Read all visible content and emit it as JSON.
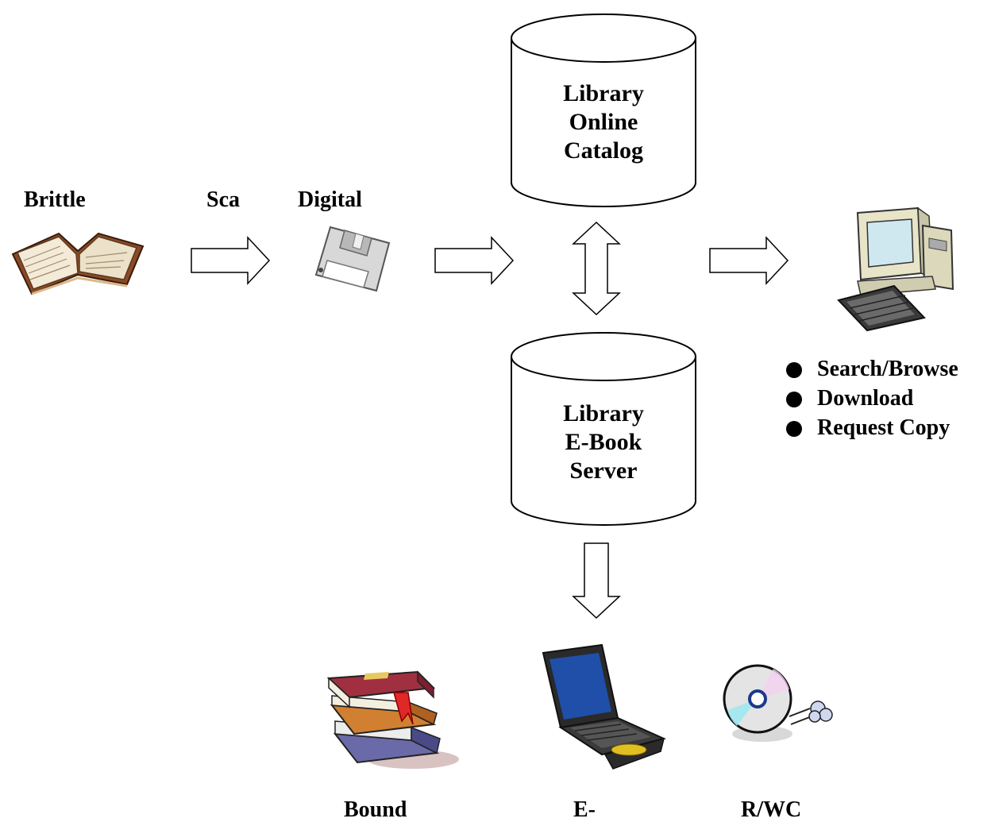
{
  "labels": {
    "brittle": "Brittle",
    "scan": "Sca",
    "digital": "Digital",
    "bound": "Bound",
    "ebook": "E-",
    "rwcd": "R/WC"
  },
  "catalog": {
    "lines": [
      "Library",
      "Online",
      "Catalog"
    ]
  },
  "server": {
    "lines": [
      "Library",
      "E-Book",
      "Server"
    ]
  },
  "user_actions": [
    "Search/Browse",
    "Download",
    "Request Copy"
  ],
  "icons": [
    "open-book-icon",
    "floppy-disk-icon",
    "desktop-computer-icon",
    "book-stack-icon",
    "laptop-icon",
    "cd-disc-icon"
  ]
}
